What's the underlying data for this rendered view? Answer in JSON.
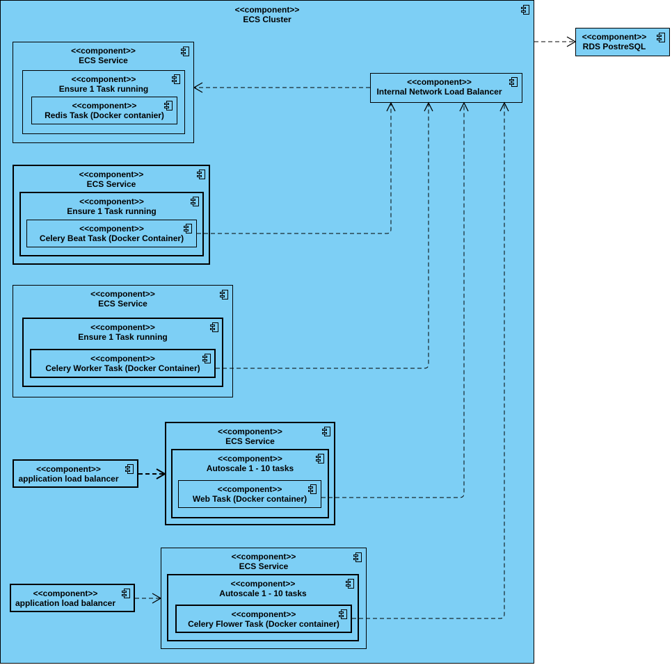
{
  "stereotype": "<<component>>",
  "cluster": {
    "name": "ECS Cluster"
  },
  "rds": {
    "name": "RDS PostreSQL"
  },
  "nlb": {
    "name": "Internal Network Load Balancer"
  },
  "redis": {
    "service": "ECS Service",
    "policy": "Ensure 1 Task running",
    "task": "Redis Task (Docker contanier)"
  },
  "beat": {
    "service": "ECS Service",
    "policy": "Ensure 1 Task running",
    "task": "Celery Beat Task (Docker Container)"
  },
  "worker": {
    "service": "ECS Service",
    "policy": "Ensure 1 Task running",
    "task": "Celery Worker Task (Docker Container)"
  },
  "web": {
    "service": "ECS Service",
    "policy": "Autoscale 1 - 10 tasks",
    "task": "Web Task (Docker container)",
    "alb": "application load balancer"
  },
  "flower": {
    "service": "ECS Service",
    "policy": "Autoscale 1 - 10 tasks",
    "task": "Celery Flower Task (Docker container)",
    "alb": "application load balancer"
  },
  "colors": {
    "fill": "#7dcff5",
    "stroke": "#000000"
  }
}
